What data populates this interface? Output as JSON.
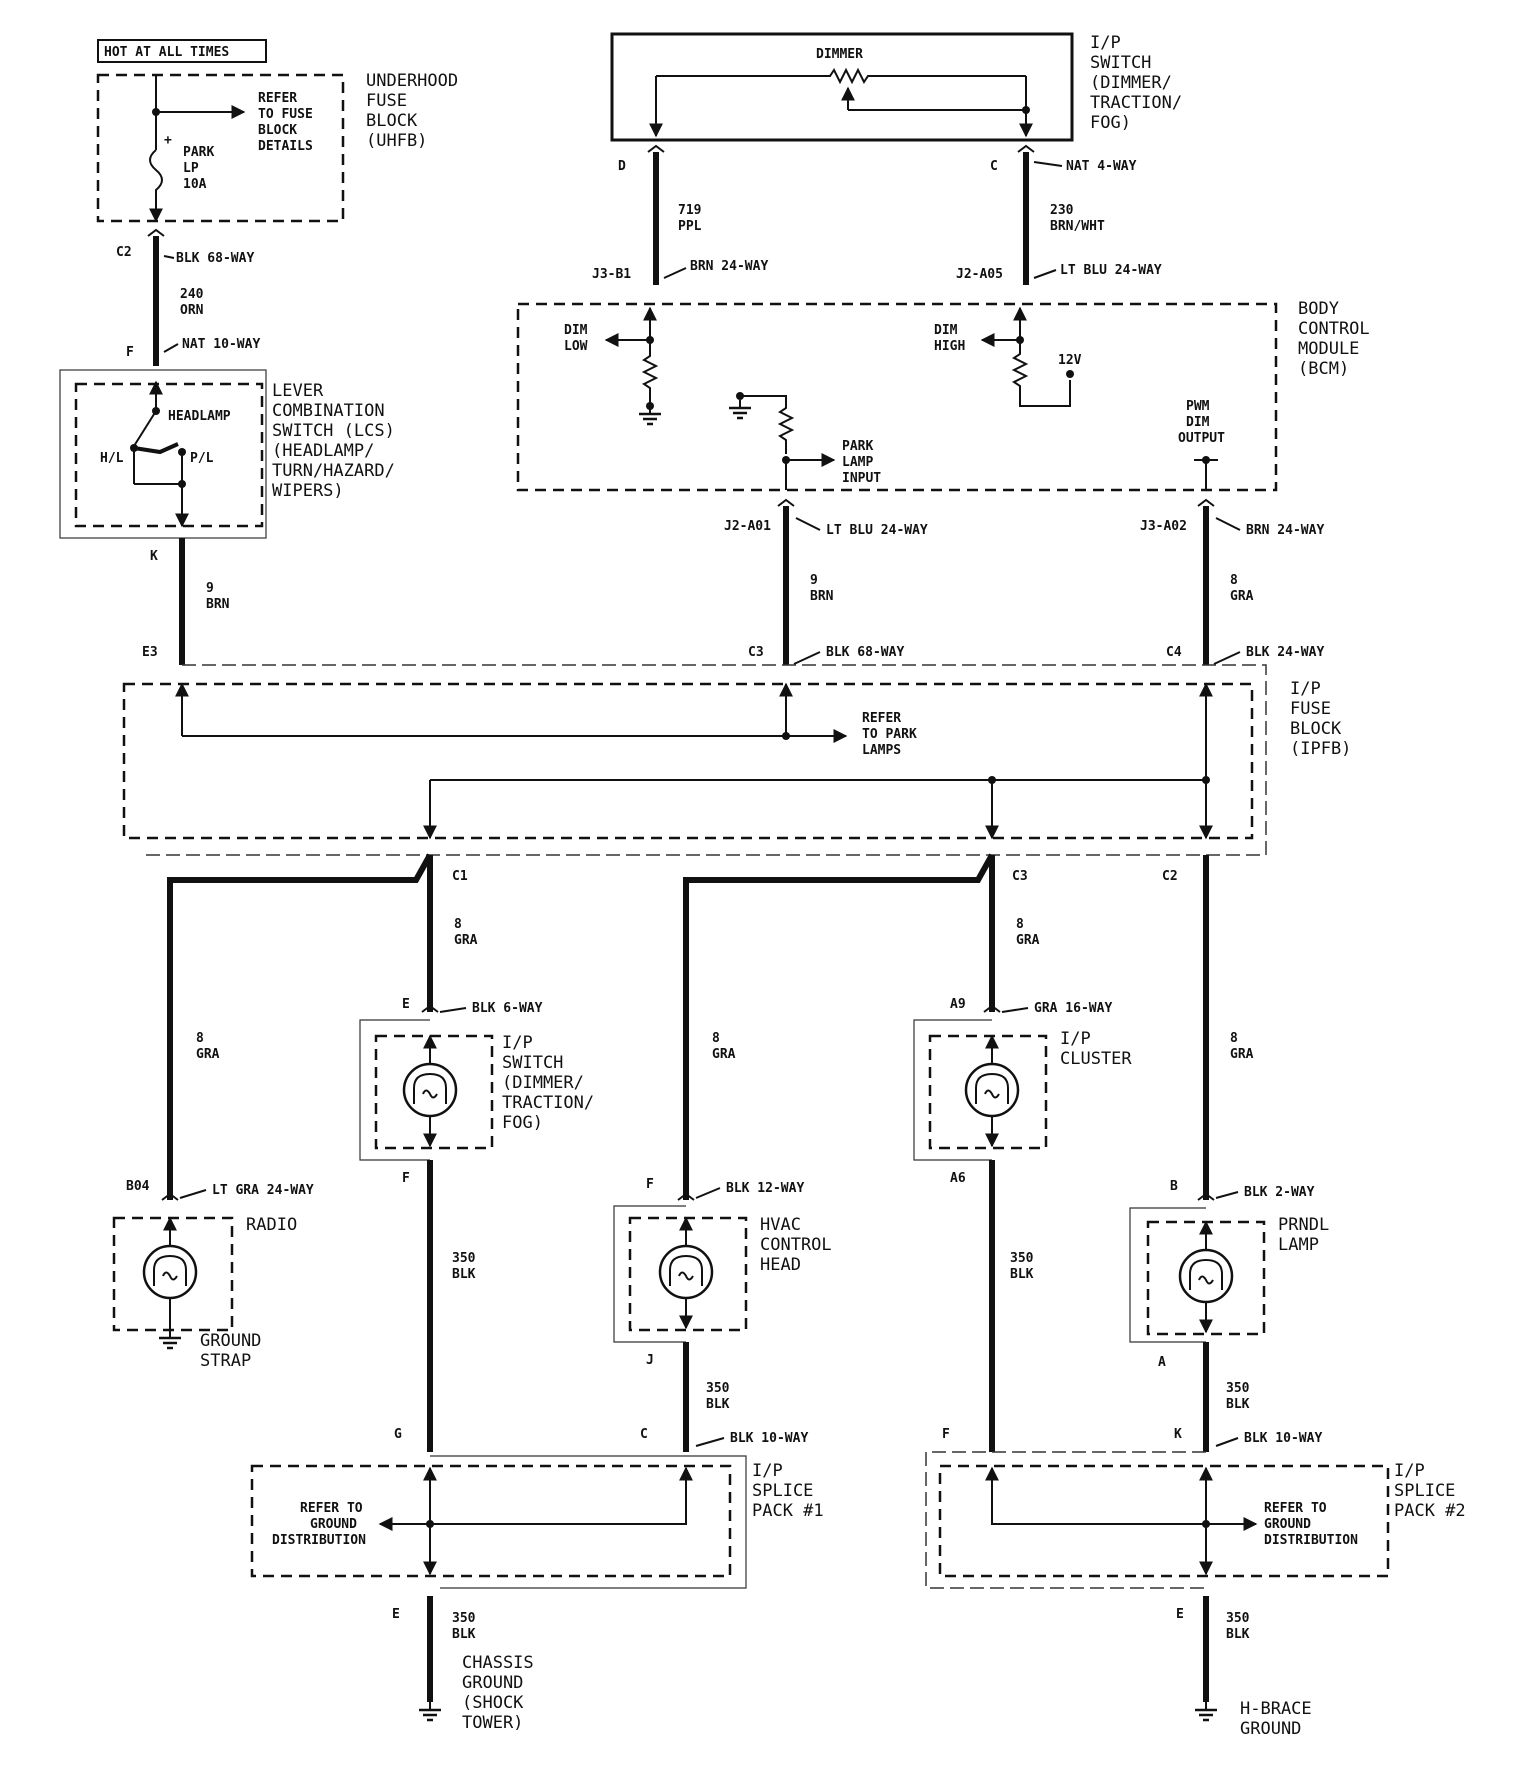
{
  "header": {
    "hot_label": "HOT AT ALL TIMES"
  },
  "uhfb": {
    "title": [
      "UNDERHOOD",
      "FUSE",
      "BLOCK",
      "(UHFB)"
    ],
    "refer": [
      "REFER",
      "TO FUSE",
      "BLOCK",
      "DETAILS"
    ],
    "fuse_plus": "+",
    "fuse": [
      "PARK",
      "LP",
      "10A"
    ]
  },
  "ip_switch_top": {
    "title": [
      "I/P",
      "SWITCH",
      "(DIMMER/",
      "TRACTION/",
      "FOG)"
    ],
    "dimmer": "DIMMER",
    "pin_d": "D",
    "pin_c": "C",
    "conn_c": "NAT 4-WAY"
  },
  "wires": {
    "c2_uhfb": "C2",
    "c2_conn": "BLK 68-WAY",
    "w240": [
      "240",
      "ORN"
    ],
    "w719": [
      "719",
      "PPL"
    ],
    "w230": [
      "230",
      "BRN/WHT"
    ],
    "j3b1": "J3-B1",
    "j3b1_conn": "BRN 24-WAY",
    "j2a05": "J2-A05",
    "j2a05_conn": "LT BLU 24-WAY",
    "f_lcs": "F",
    "f_lcs_conn": "NAT 10-WAY",
    "k_lcs": "K",
    "w9_left": [
      "9",
      "BRN"
    ],
    "j2a01": "J2-A01",
    "j2a01_conn": "LT BLU 24-WAY",
    "w9_mid": [
      "9",
      "BRN"
    ],
    "j3a02": "J3-A02",
    "j3a02_conn": "BRN 24-WAY",
    "w8_right": [
      "8",
      "GRA"
    ],
    "e3": "E3",
    "c3": "C3",
    "c3_conn": "BLK 68-WAY",
    "c4": "C4",
    "c4_conn": "BLK 24-WAY"
  },
  "bcm": {
    "title": [
      "BODY",
      "CONTROL",
      "MODULE",
      "(BCM)"
    ],
    "dim_low": [
      "DIM",
      "LOW"
    ],
    "dim_high": [
      "DIM",
      "HIGH"
    ],
    "v12": "12V",
    "park_input": [
      "PARK",
      "LAMP",
      "INPUT"
    ],
    "pwm": [
      "PWM",
      "DIM",
      "OUTPUT"
    ]
  },
  "lcs": {
    "title": [
      "LEVER",
      "COMBINATION",
      "SWITCH (LCS)",
      "(HEADLAMP/",
      "TURN/HAZARD/",
      "WIPERS)"
    ],
    "headlamp": "HEADLAMP",
    "hl": "H/L",
    "pl": "P/L"
  },
  "ipfb": {
    "title": [
      "I/P",
      "FUSE",
      "BLOCK",
      "(IPFB)"
    ],
    "refer": [
      "REFER",
      "TO PARK",
      "LAMPS"
    ],
    "c1": "C1",
    "c3": "C3",
    "c2": "C2"
  },
  "lower": {
    "w8_c1": [
      "8",
      "GRA"
    ],
    "w8_c3": [
      "8",
      "GRA"
    ],
    "w8_radio": [
      "8",
      "GRA"
    ],
    "w8_hvac": [
      "8",
      "GRA"
    ],
    "w8_c2": [
      "8",
      "GRA"
    ],
    "ipsw_e": "E",
    "ipsw_e_conn": "BLK 6-WAY",
    "ipsw_title": [
      "I/P",
      "SWITCH",
      "(DIMMER/",
      "TRACTION/",
      "FOG)"
    ],
    "ipsw_f": "F",
    "a9": "A9",
    "a9_conn": "GRA 16-WAY",
    "cluster_title": [
      "I/P",
      "CLUSTER"
    ],
    "a6": "A6",
    "b04": "B04",
    "b04_conn": "LT GRA 24-WAY",
    "radio": "RADIO",
    "ground_strap": [
      "GROUND",
      "STRAP"
    ],
    "hvac_f": "F",
    "hvac_f_conn": "BLK 12-WAY",
    "hvac_title": [
      "HVAC",
      "CONTROL",
      "HEAD"
    ],
    "hvac_j": "J",
    "prndl_b": "B",
    "prndl_b_conn": "BLK 2-WAY",
    "prndl_title": [
      "PRNDL",
      "LAMP"
    ],
    "prndl_a": "A",
    "w350_ipsw": [
      "350",
      "BLK"
    ],
    "w350_hvac": [
      "350",
      "BLK"
    ],
    "w350_cluster": [
      "350",
      "BLK"
    ],
    "w350_prndl": [
      "350",
      "BLK"
    ],
    "sp1_g": "G",
    "sp1_c": "C",
    "sp1_conn": "BLK 10-WAY",
    "sp1_title": [
      "I/P",
      "SPLICE",
      "PACK #1"
    ],
    "sp1_refer": [
      "REFER TO",
      "GROUND",
      "DISTRIBUTION"
    ],
    "sp1_e": "E",
    "w350_chassis": [
      "350",
      "BLK"
    ],
    "chassis_ground": [
      "CHASSIS",
      "GROUND",
      "(SHOCK",
      "TOWER)"
    ],
    "sp2_f": "F",
    "sp2_k": "K",
    "sp2_conn": "BLK 10-WAY",
    "sp2_title": [
      "I/P",
      "SPLICE",
      "PACK #2"
    ],
    "sp2_refer": [
      "REFER TO",
      "GROUND",
      "DISTRIBUTION"
    ],
    "sp2_e": "E",
    "w350_hbrace": [
      "350",
      "BLK"
    ],
    "hbrace_ground": [
      "H-BRACE",
      "GROUND"
    ]
  }
}
